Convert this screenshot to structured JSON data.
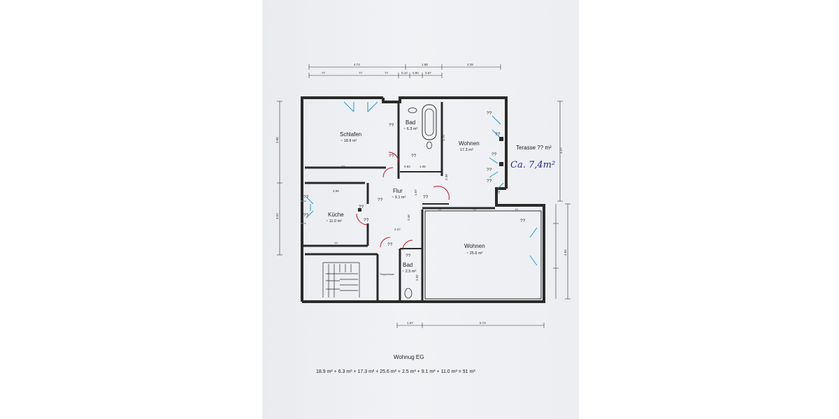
{
  "rooms": {
    "schlafen": {
      "name": "Schlafen",
      "area": "~ 18.9 m²"
    },
    "bad_top": {
      "name": "Bad",
      "area": "~ 6.3 m²"
    },
    "wohnen_top": {
      "name": "Wohnen",
      "area": "17.3 m²"
    },
    "flur": {
      "name": "Flur",
      "area": "~ 9.1 m²"
    },
    "kueche": {
      "name": "Küche",
      "area": "~ 11.0 m²"
    },
    "bad_bottom": {
      "name": "Bad",
      "area": "~ 2.5 m²"
    },
    "wohnen_bottom": {
      "name": "Wohnen",
      "area": "~ 25.6 m²"
    },
    "stair_label": "Treppenhaus"
  },
  "terrace": {
    "label": "Terasse ?? m²",
    "handwritten": "Ca. 7,4m²"
  },
  "unknown": "??",
  "dimensions": {
    "top": [
      "4.74",
      "1.88",
      "3.28"
    ],
    "top_sub": [
      "0.10",
      "0.80",
      "0.67"
    ],
    "left": [
      "3.96",
      "3.52"
    ],
    "right": [
      "3.27",
      "4.84"
    ],
    "bottom": [
      "1.67",
      "5.73"
    ],
    "inner": [
      "0.83",
      "1.06",
      "3.70",
      "2.96",
      "2.37",
      "1.07",
      "3.46",
      "2.38",
      "2.92"
    ]
  },
  "footer": {
    "title": "Wohnug EG",
    "formula": "18.9 m² + 6.3 m² + 17.3 m² + 25.6 m² + 2.5 m² + 9.1 m² + 11.0 m² = 91 m²"
  },
  "colors": {
    "wall": "#2a2a2a",
    "window": "#2a9ad0",
    "door": "#c0172e",
    "handwriting": "#1d2f8a"
  }
}
